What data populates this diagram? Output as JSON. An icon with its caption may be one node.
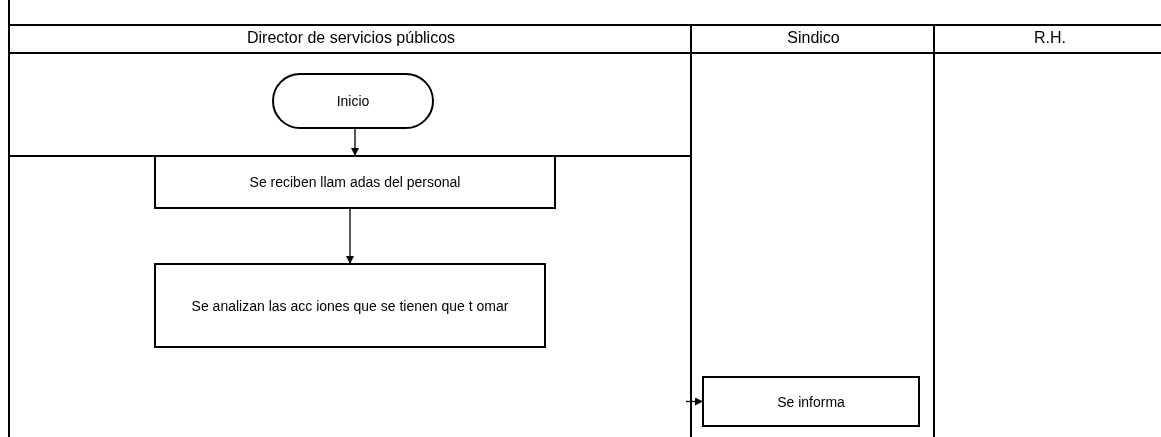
{
  "diagram": {
    "nodes": [
      {
        "text": [
          "Director de servicios públicos"
        ]
      },
      {
        "text": [
          "Sindico"
        ]
      },
      {
        "text": [
          "R.H."
        ]
      },
      {
        "text": [
          "Inicio"
        ],
        "in": 0
      },
      {
        "text": [
          "Se reciben llam adas del personal"
        ],
        "in": 0
      },
      {
        "text": [
          "Se analizan las acc iones que se tienen que t omar"
        ],
        "in": 0
      },
      {
        "text": [
          "Se informa"
        ],
        "in": 1
      }
    ],
    "edges": [
      {
        "from": 3,
        "to": 4,
        "arrow": "to"
      },
      {
        "from": 4,
        "to": 5,
        "arrow": "to"
      },
      {
        "from": null,
        "to": 6,
        "arrow": "to"
      }
    ]
  }
}
